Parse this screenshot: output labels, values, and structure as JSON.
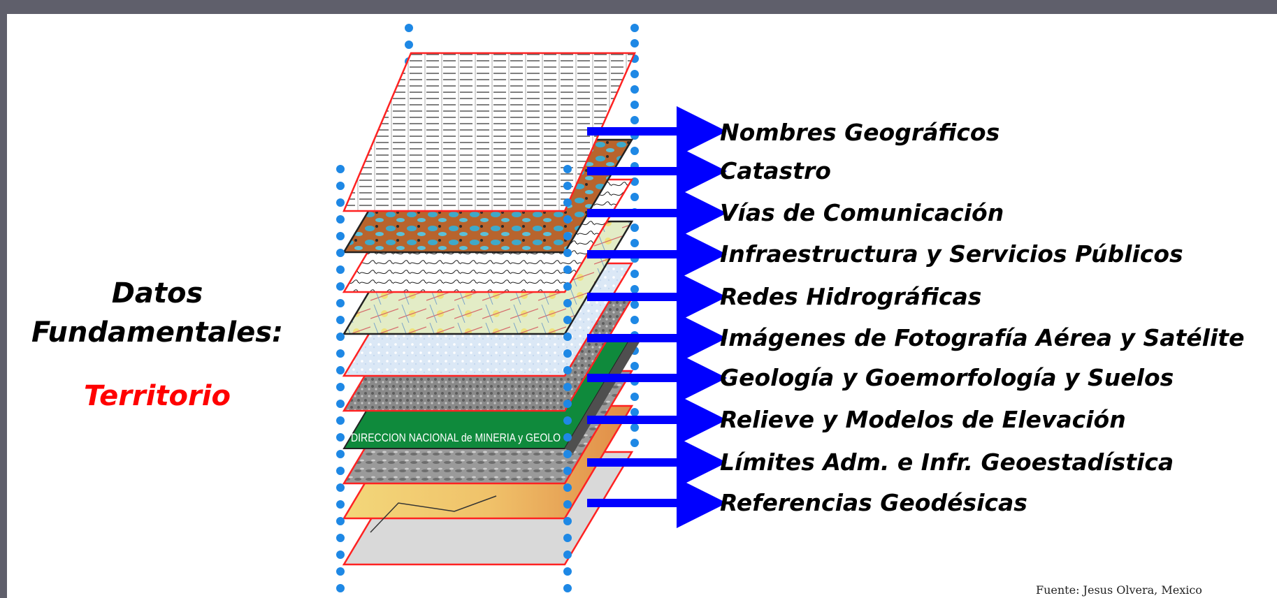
{
  "title": "Datos Fundamentales:",
  "subject": "Territorio",
  "layers": [
    "Nombres Geográficos",
    "Catastro",
    "Vías de Comunicación",
    "Infraestructura y Servicios Públicos",
    "Redes Hidrográficas",
    "Imágenes de Fotografía Aérea y Satélite",
    "Geología y Goemorfología y Suelos",
    "Relieve y Modelos de Elevación",
    "Límites Adm. e Infr. Geoestadística",
    "Referencias Geodésicas"
  ],
  "geology_banner_text": "DIRECCION NACIONAL de MINERIA y GEOLO",
  "source": "Fuente: Jesus Olvera, Mexico",
  "colors": {
    "frame": "#5f5f6b",
    "background": "#ffffff",
    "subject": "#ff0000",
    "arrow": "#0000ff",
    "dots": "#1e88e5",
    "layer_border": "#ff2222"
  }
}
